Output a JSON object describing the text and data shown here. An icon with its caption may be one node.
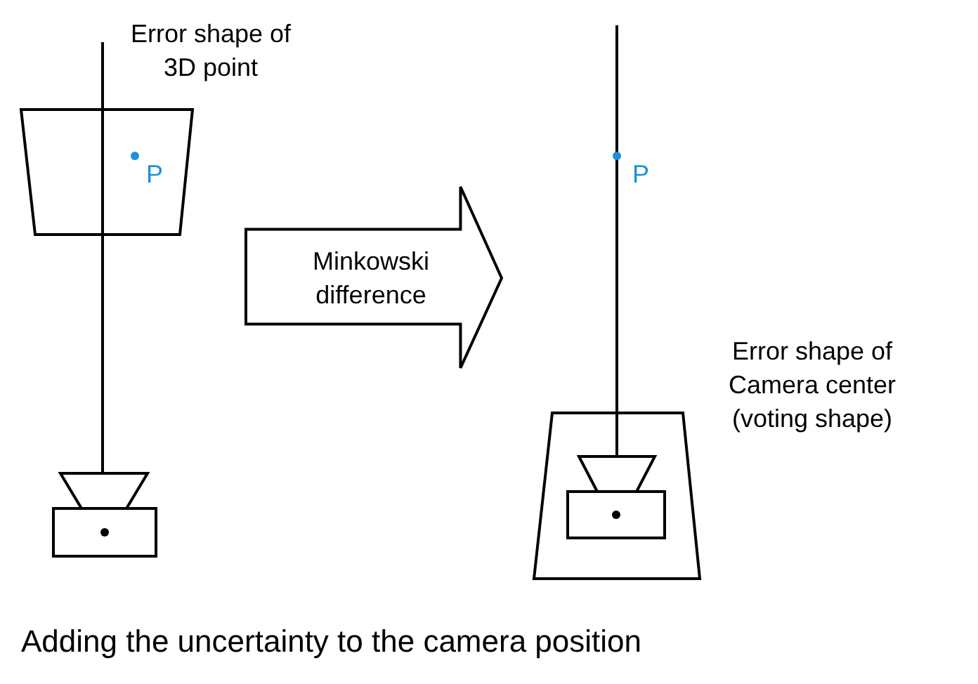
{
  "diagram": {
    "caption": "Adding the uncertainty to the camera position",
    "nodes": [
      {
        "text": [
          "Minkowski difference"
        ]
      }
    ],
    "labels": [
      "Error shape of 3D point",
      "P",
      "P",
      "Error shape of Camera center (voting shape)"
    ]
  }
}
